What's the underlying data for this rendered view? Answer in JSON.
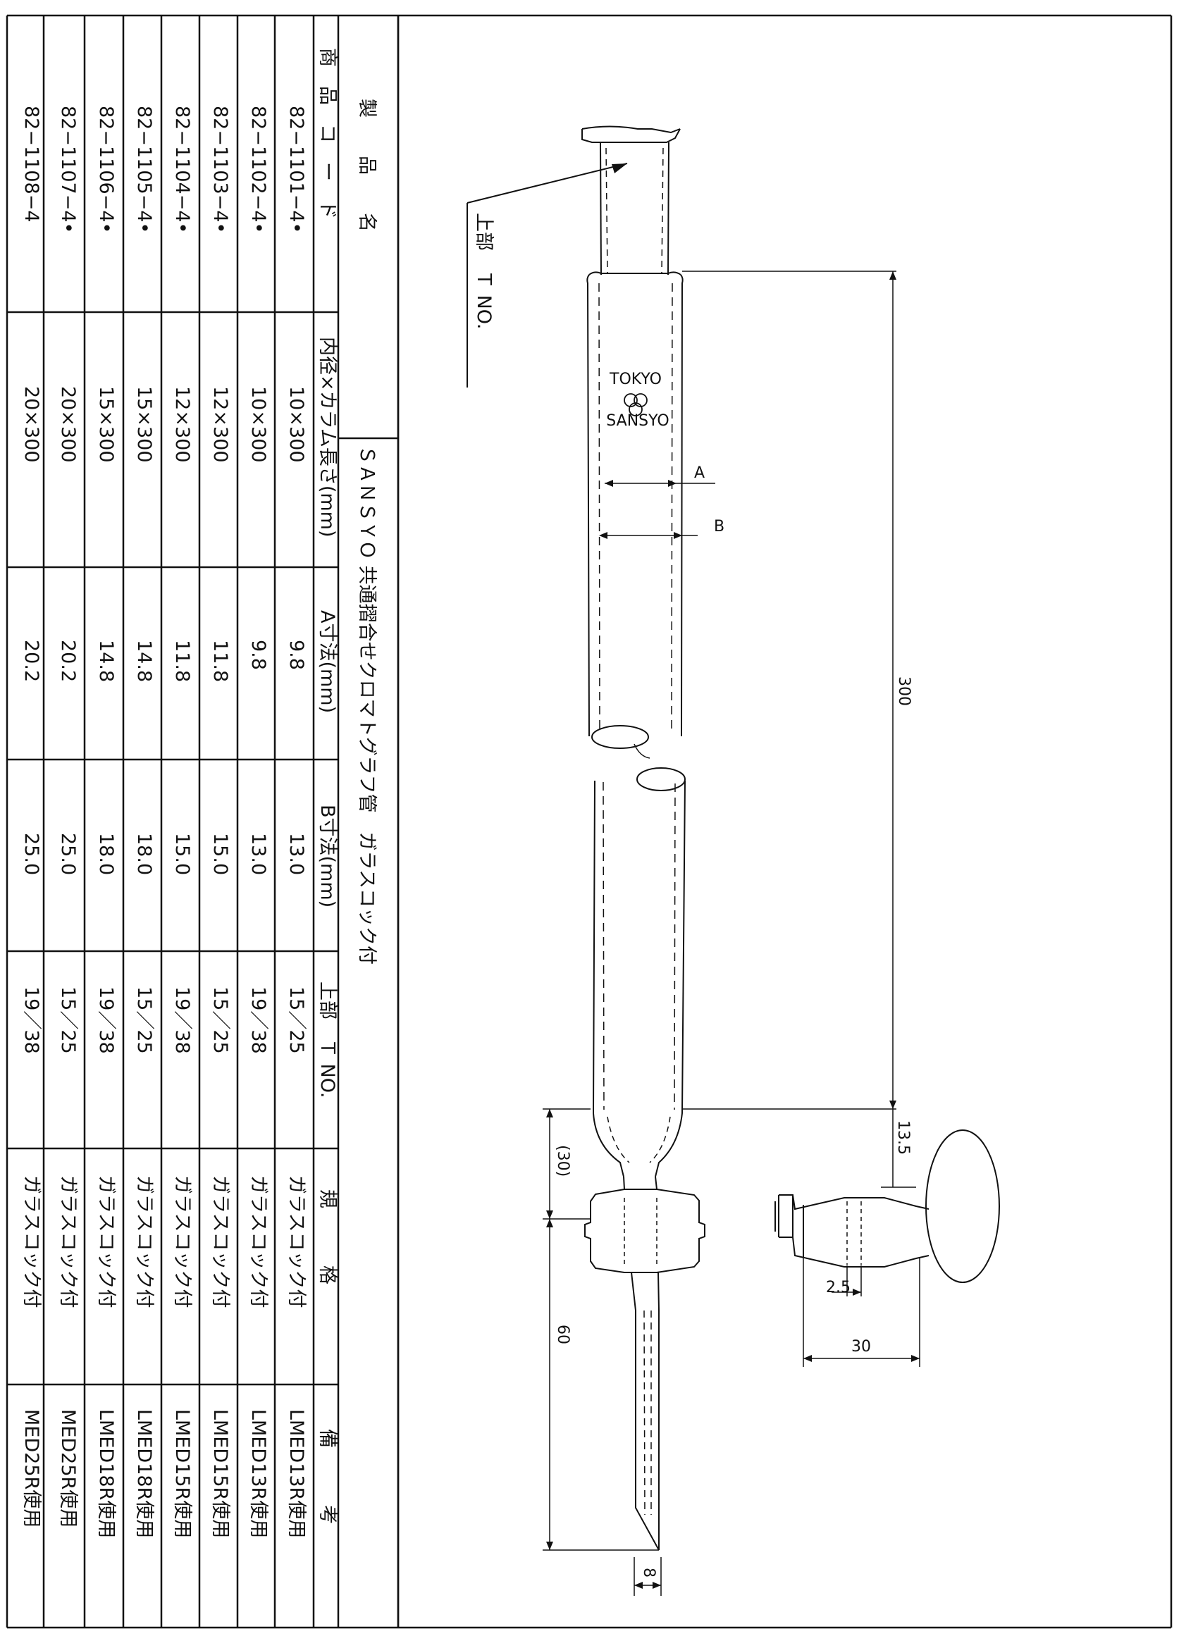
{
  "title": "製　　品　　名　　ＳＡＮＳＹＯ 共通摺合せクロマトグラフ管　ガラスコック付",
  "product_name_label": "製　　品　　名",
  "product_name_value": "ＳＡＮＳＹＯ 共通摺合せクロマトグラフ管　ガラスコック付",
  "logo": {
    "line1": "TOKYO",
    "line2": "SANSYO"
  },
  "drawing": {
    "top_label": "上部　Ｔ NO.",
    "label_a": "A",
    "label_b": "B",
    "dim_length": "300",
    "dim_13_5": "13.5",
    "dim_30_paren": "(30)",
    "dim_60": "60",
    "dim_8": "8",
    "dim_2_5": "2.5",
    "dim_30": "30"
  },
  "table": {
    "headers": [
      "商　品　コ　ー　ド",
      "内径×カラム長さ(mm)",
      "A寸法(mm)",
      "B寸法(mm)",
      "上部　Ｔ NO.",
      "規　　　格",
      "備　　　考"
    ],
    "rows": [
      [
        "82−1101−4•",
        "10×300",
        "9.8",
        "13.0",
        "15／25",
        "ガラスコック付",
        "LMED13R使用"
      ],
      [
        "82−1102−4•",
        "10×300",
        "9.8",
        "13.0",
        "19／38",
        "ガラスコック付",
        "LMED13R使用"
      ],
      [
        "82−1103−4•",
        "12×300",
        "11.8",
        "15.0",
        "15／25",
        "ガラスコック付",
        "LMED15R使用"
      ],
      [
        "82−1104−4•",
        "12×300",
        "11.8",
        "15.0",
        "19／38",
        "ガラスコック付",
        "LMED15R使用"
      ],
      [
        "82−1105−4•",
        "15×300",
        "14.8",
        "18.0",
        "15／25",
        "ガラスコック付",
        "LMED18R使用"
      ],
      [
        "82−1106−4•",
        "15×300",
        "14.8",
        "18.0",
        "19／38",
        "ガラスコック付",
        "LMED18R使用"
      ],
      [
        "82−1107−4•",
        "20×300",
        "20.2",
        "25.0",
        "15／25",
        "ガラスコック付",
        "MED25R使用"
      ],
      [
        "82−1108−4",
        "20×300",
        "20.2",
        "25.0",
        "19／38",
        "ガラスコック付",
        "MED25R使用"
      ]
    ]
  }
}
